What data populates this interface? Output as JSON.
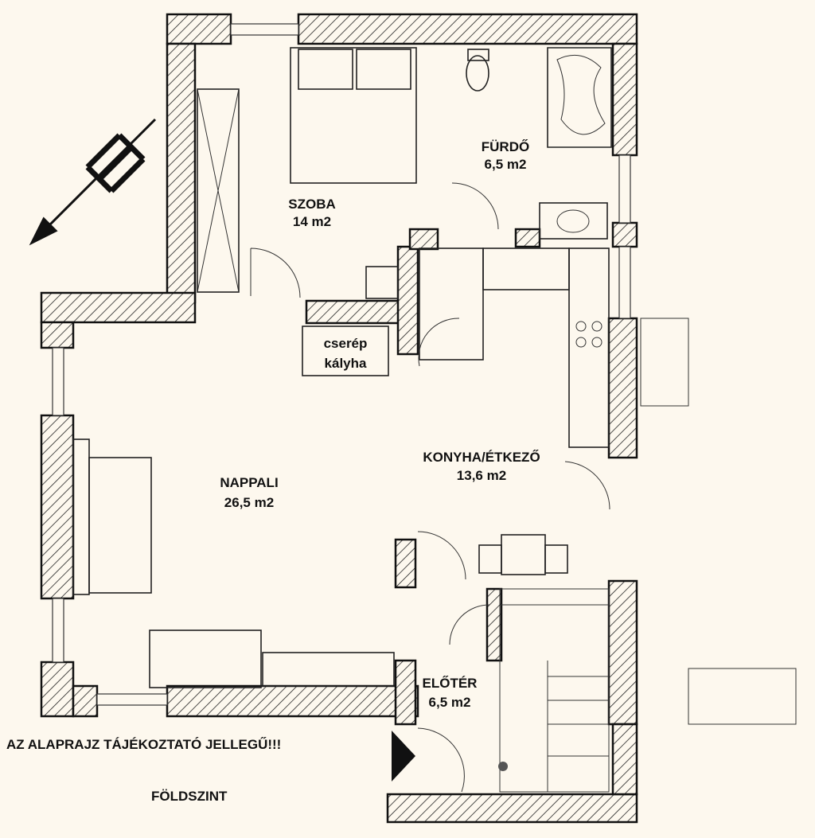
{
  "rooms": {
    "szoba": {
      "name": "SZOBA",
      "area": "14 m2"
    },
    "furdo": {
      "name": "FÜRDŐ",
      "area": "6,5 m2"
    },
    "konyha": {
      "name": "KONYHA/ÉTKEZŐ",
      "area": "13,6 m2"
    },
    "nappali": {
      "name": "NAPPALI",
      "area": "26,5 m2"
    },
    "eloter": {
      "name": "ELŐTÉR",
      "area": "6,5 m2"
    }
  },
  "stove": {
    "line1": "cserép",
    "line2": "kályha"
  },
  "notes": {
    "disclaimer": "AZ ALAPRAJZ TÁJÉKOZTATÓ JELLEGŰ!!!",
    "floor": "FÖLDSZINT"
  },
  "colors": {
    "background": "#fdf8ee",
    "lines": "#111111"
  }
}
